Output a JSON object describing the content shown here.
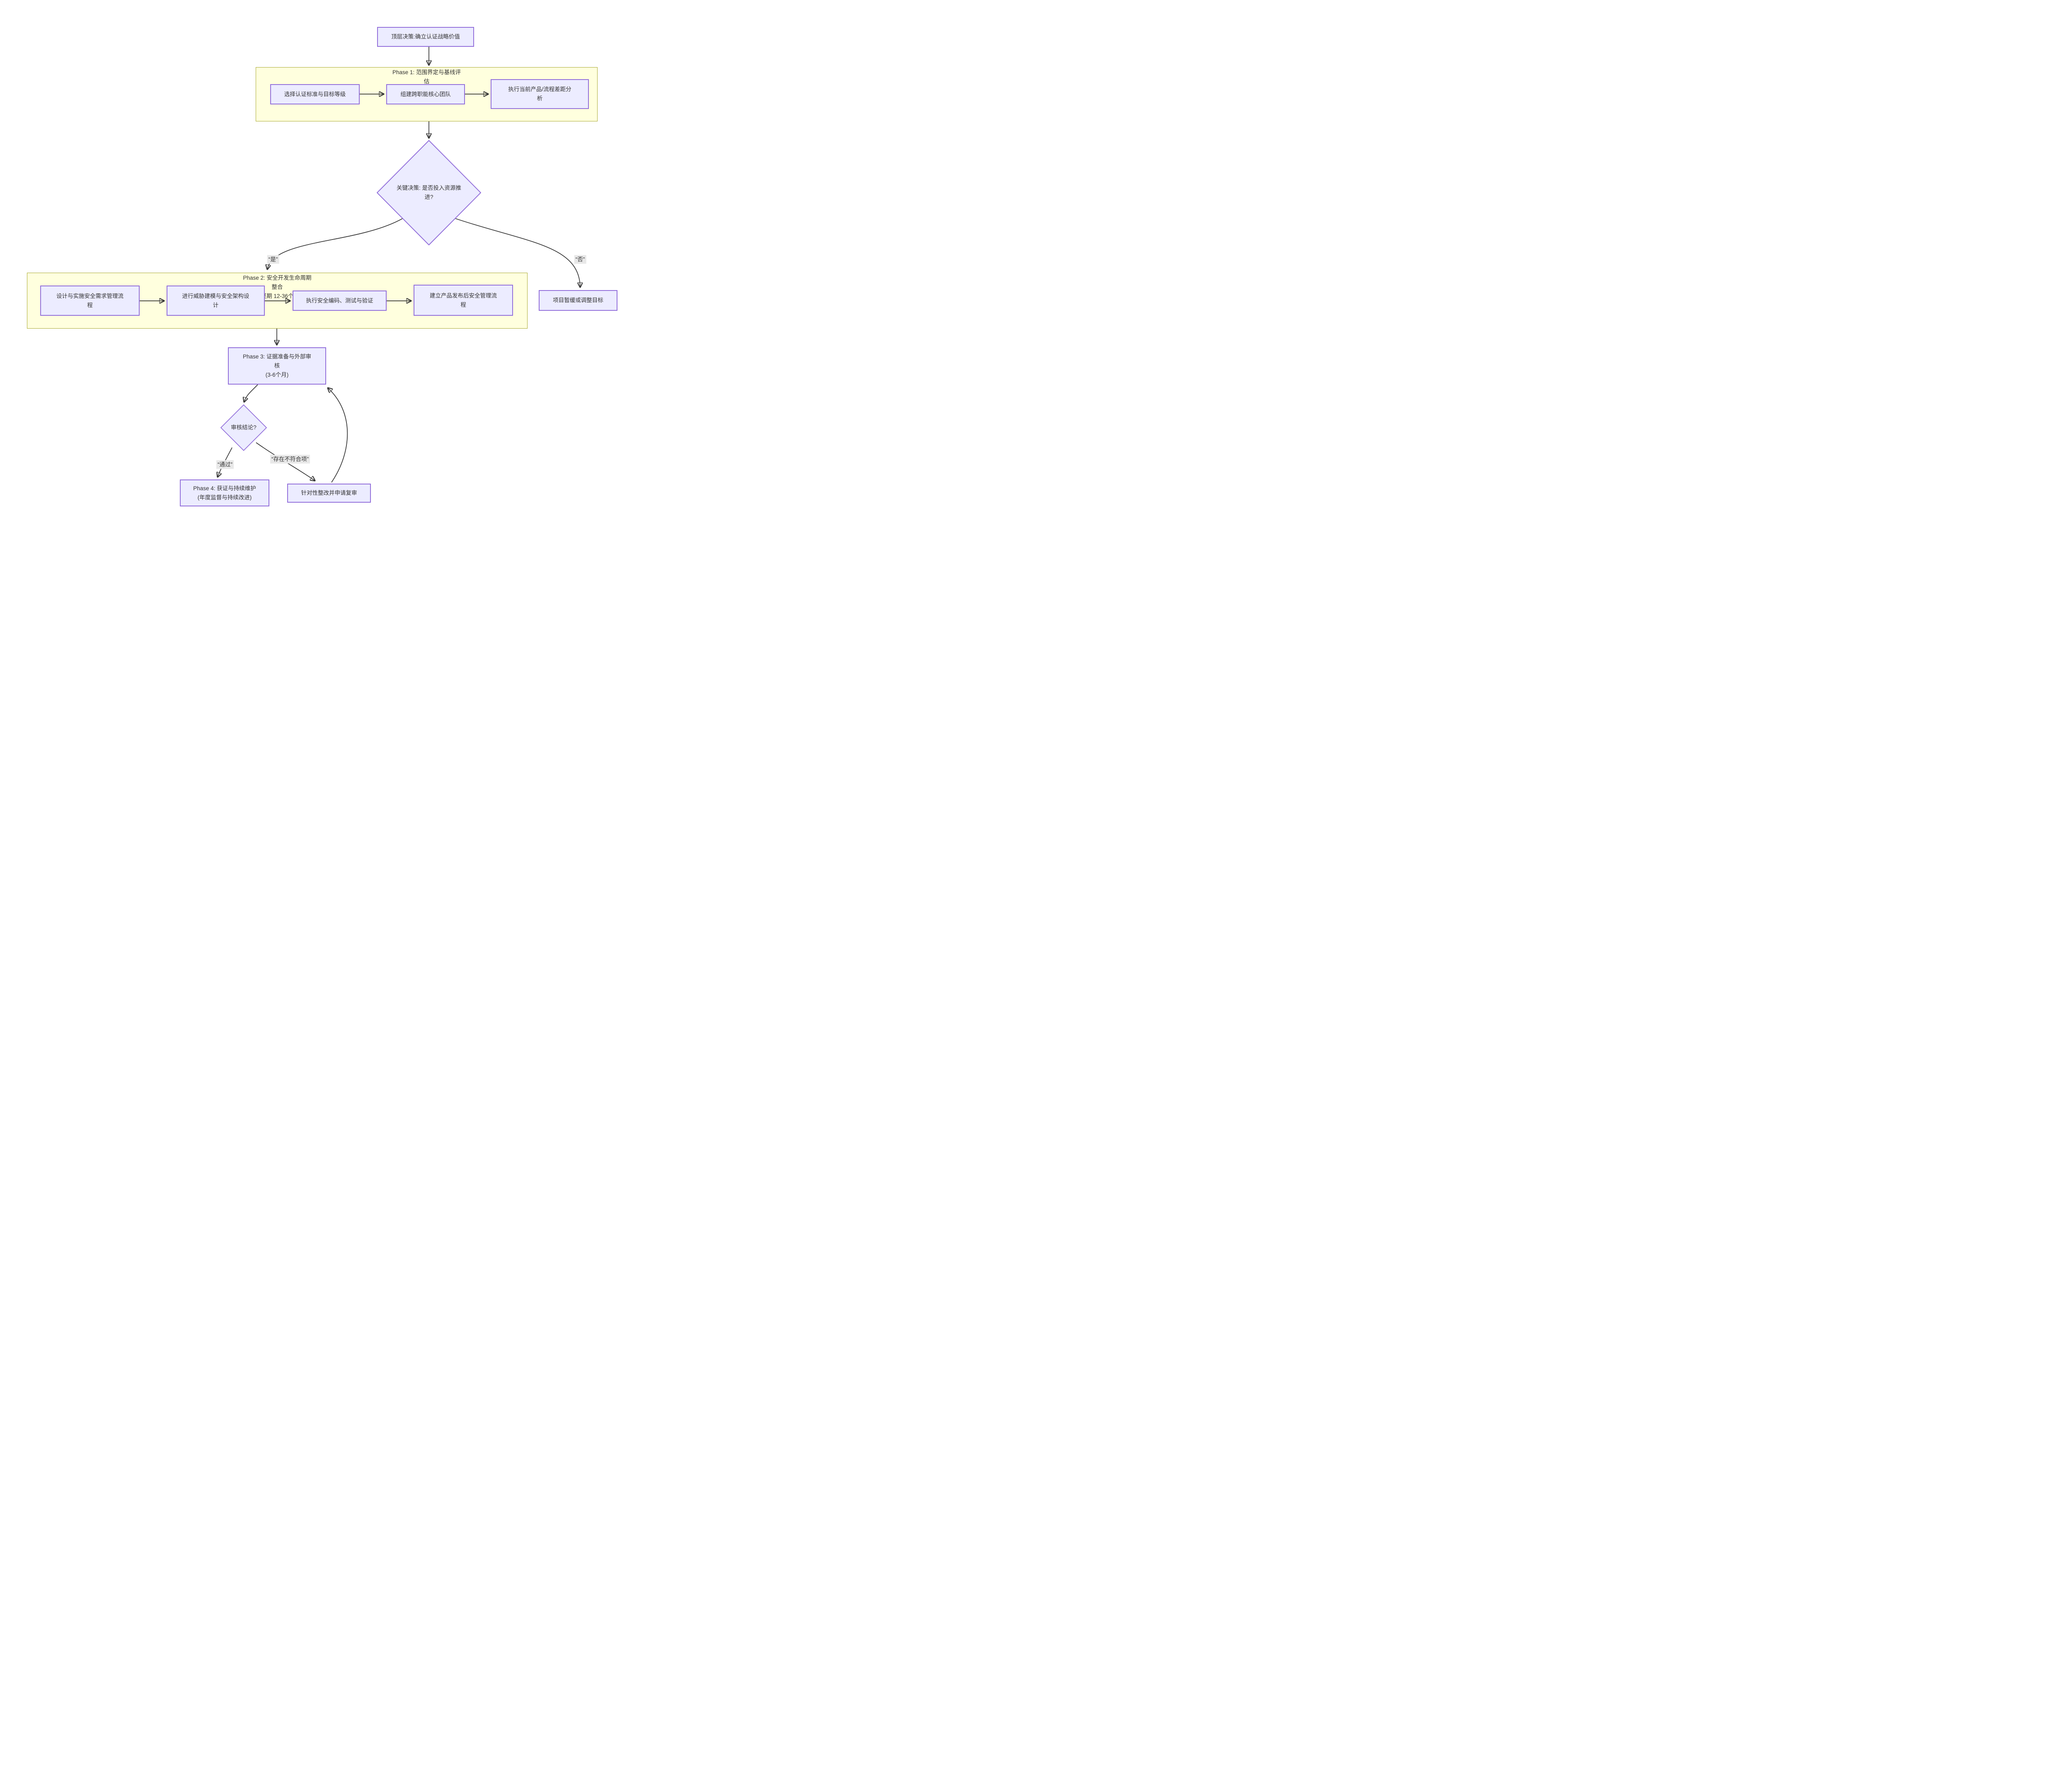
{
  "nodes": {
    "top_decision": "顶层决策:确立认证战略价值",
    "select_standard": "选择认证标准与目标等级",
    "build_team": "组建跨职能核心团队",
    "gap_analysis": "执行当前产品/流程差距分\n析",
    "key_decision": "关键决策: 是否投入资源推\n进?",
    "design_req": "设计与实施安全需求管理流\n程",
    "threat_model": "进行威胁建模与安全架构设\n计",
    "secure_coding": "执行安全编码、测试与验证",
    "post_release": "建立产品发布后安全管理流\n程",
    "pause": "项目暂缓或调整目标",
    "phase3": "Phase 3: 证据准备与外部审\n核\n(3-6个月)",
    "audit": "审核结论?",
    "phase4": "Phase 4: 获证与持续维护\n(年度监督与持续改进)",
    "rectify": "针对性整改并申请复审"
  },
  "clusters": {
    "phase1": "Phase 1: 范围界定与基线评\n估",
    "phase2": "Phase 2: 安全开发生命周期\n整合\n(攻坚期 12-36个月)"
  },
  "edge_labels": {
    "yes": "“是”",
    "no": "“否”",
    "pass": "“通过”",
    "nonconform": "“存在不符合项”"
  },
  "colors": {
    "node_fill": "#ECECFF",
    "node_border": "#9370DB",
    "cluster_fill": "#FFFFDE",
    "cluster_border": "#AAAA33",
    "edge": "#333333",
    "edge_label_bg": "#E8E8E8",
    "text": "#333333"
  }
}
